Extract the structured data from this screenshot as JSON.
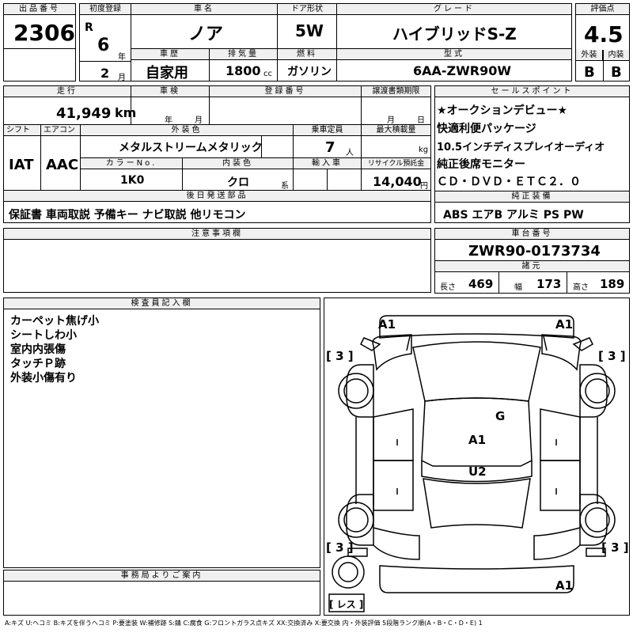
{
  "lot": {
    "label": "出品番号",
    "value": "2306"
  },
  "first_reg": {
    "label": "初度登録",
    "era": "R",
    "year": "6",
    "year_unit": "年",
    "month": "2",
    "month_unit": "月"
  },
  "car_name": {
    "label": "車名",
    "value": "ノア"
  },
  "door": {
    "label": "ドア形状",
    "value": "5W"
  },
  "grade": {
    "label": "グレード",
    "value": "ハイブリッドS-Z"
  },
  "score": {
    "label": "評価点",
    "value": "4.5",
    "ext_label": "外装",
    "int_label": "内装",
    "ext": "B",
    "int": "B"
  },
  "history": {
    "label": "車歴",
    "value": "自家用"
  },
  "displacement": {
    "label": "排気量",
    "value": "1800",
    "unit": "cc"
  },
  "fuel": {
    "label": "燃料",
    "value": "ガソリン"
  },
  "model": {
    "label": "型式",
    "value": "6AA-ZWR90W"
  },
  "mileage": {
    "label": "走行",
    "value": "41,949",
    "unit": "km"
  },
  "inspection": {
    "label": "車検",
    "year_unit": "年",
    "month_unit": "月"
  },
  "reg_no": {
    "label": "登録番号"
  },
  "transfer": {
    "label": "譲渡書類期限",
    "month_unit": "月",
    "day_unit": "日"
  },
  "shift": {
    "label": "シフト",
    "value": "IAT"
  },
  "ac": {
    "label": "エアコン",
    "value": "AAC"
  },
  "exterior": {
    "label": "外装色",
    "value": "メタルストリームメタリック"
  },
  "color_no": {
    "label": "カラーNo.",
    "value": "1K0"
  },
  "interior": {
    "label": "内装色",
    "value": "クロ",
    "unit": "系"
  },
  "capacity": {
    "label": "乗車定員",
    "value": "7",
    "unit": "人"
  },
  "max_load": {
    "label": "最大積載量",
    "unit": "kg"
  },
  "import": {
    "label": "輸入車"
  },
  "recycle": {
    "label": "リサイクル預託金",
    "value": "14,040",
    "unit": "円"
  },
  "later_parts": {
    "label": "後日発送部品",
    "value": "保証書 車両取説 予備キー ナビ取説 他リモコン"
  },
  "sales_points": {
    "label": "セールスポイント",
    "lines": [
      "★オークションデビュー★",
      "快適利便パッケージ",
      "10.5インチディスプレイオーディオ",
      "純正後席モニター",
      "ＣＤ・ＤＶＤ・ＥＴＣ２．０"
    ]
  },
  "equipment": {
    "label": "純正装備",
    "value": "ABS エアB アルミ PS PW"
  },
  "caution": {
    "label": "注意事項欄"
  },
  "chassis": {
    "label": "車台番号",
    "value": "ZWR90-0173734"
  },
  "dims": {
    "label": "諸元",
    "length_label": "長さ",
    "length": "469",
    "width_label": "幅",
    "width": "173",
    "height_label": "高さ",
    "height": "189"
  },
  "inspector": {
    "label": "検査員記入欄",
    "lines": [
      "カーペット焦げ小",
      "シートしわ小",
      "室内内張傷",
      "タッチＰ跡",
      "外装小傷有り"
    ]
  },
  "office": {
    "label": "事務局よりご案内"
  },
  "diagram_marks": {
    "front_left": "A1",
    "front_right": "A1",
    "left_front_wheel": "[ 3 ]",
    "right_front_wheel": "[ 3 ]",
    "roof": "G",
    "center": "A1",
    "rear_center": "U2",
    "left_rear_wheel": "[ 3 ]",
    "right_rear_wheel": "[ 3 ]",
    "rear_bumper": "A1",
    "spare": "[ レス ]"
  },
  "legend": "A:キズ U:ヘコミ B:キズを伴うヘコミ P:要塗装 W:補修跡 S:錆 C:腐食 G:フロントガラス点キズ XX:交換済み X:要交換 内・外装評価 5段階ランク順(A・B・C・D・E) 1"
}
